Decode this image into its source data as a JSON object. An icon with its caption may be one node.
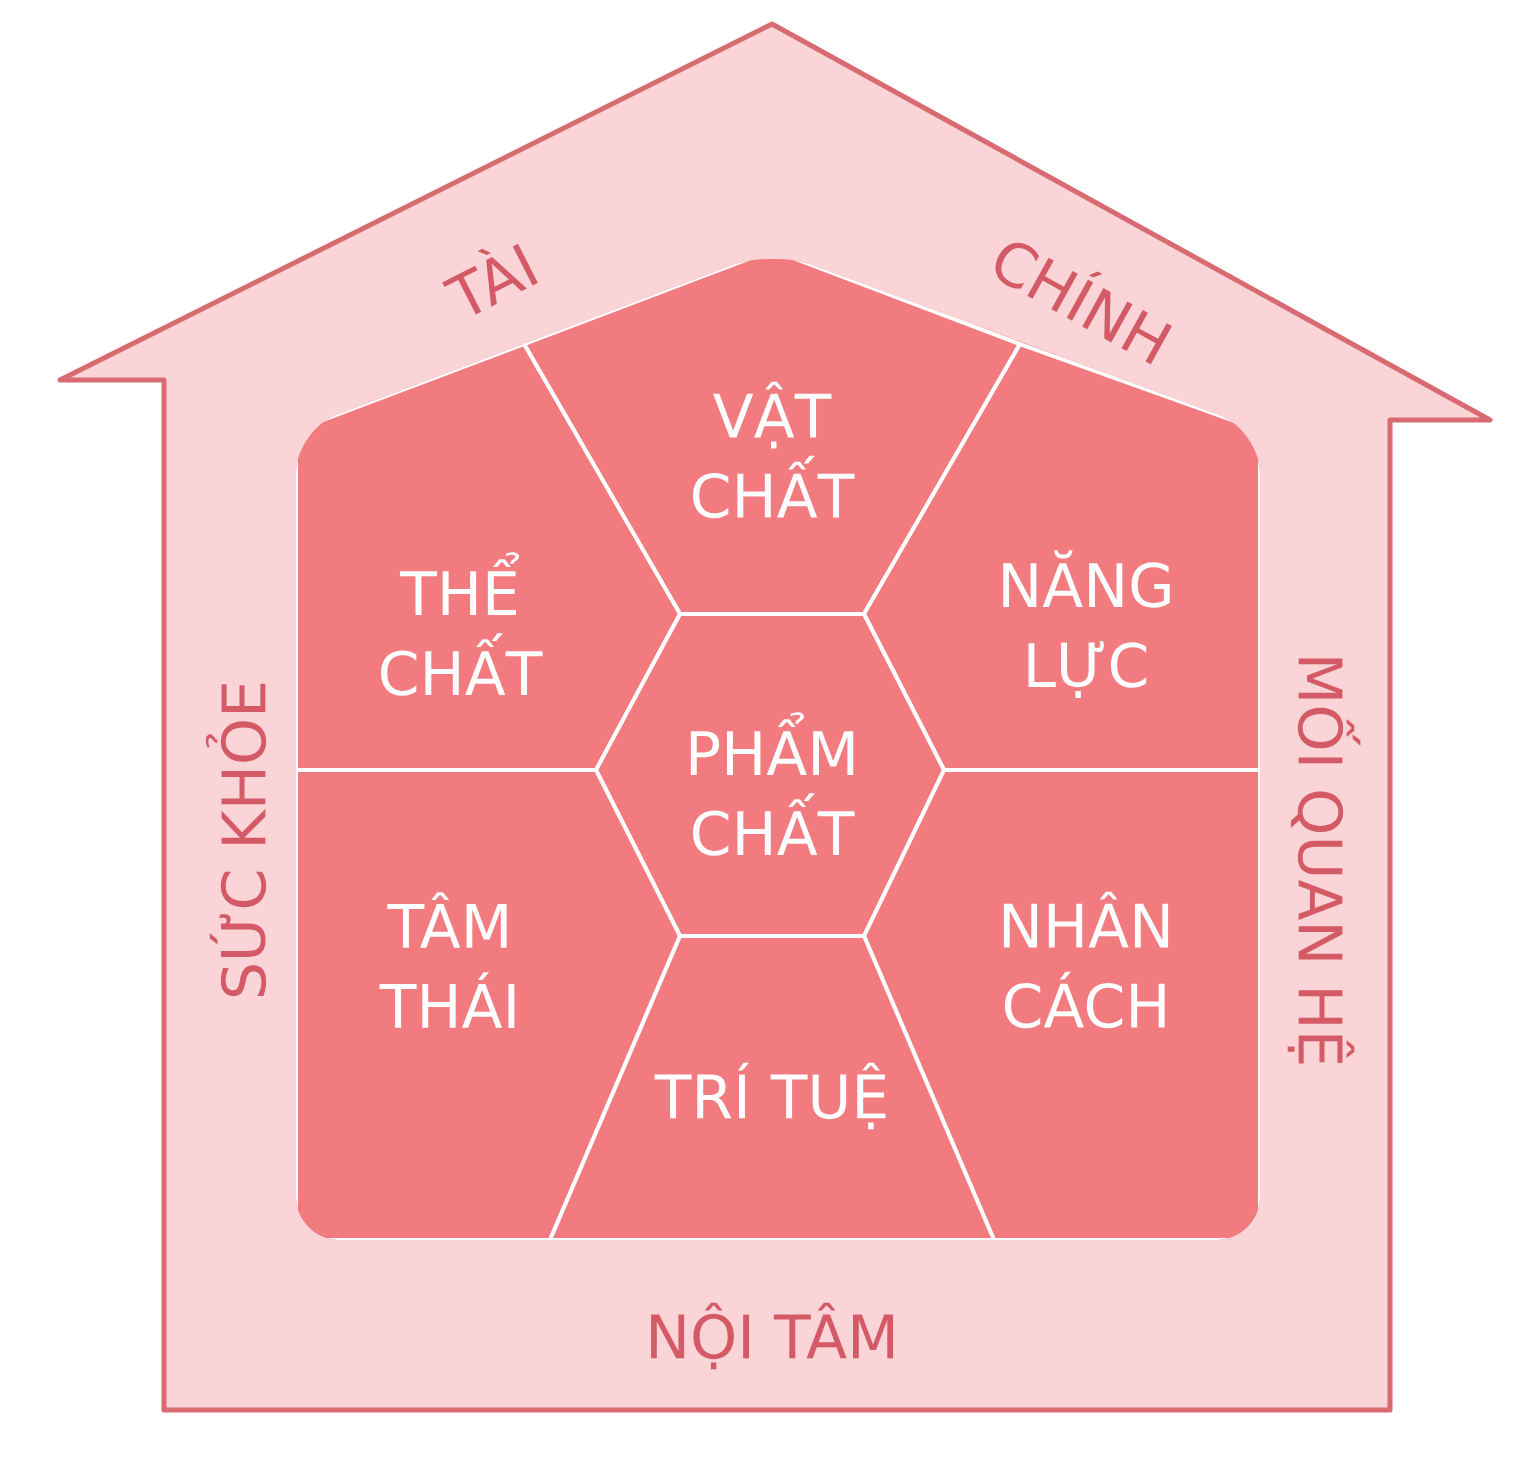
{
  "diagram": {
    "nodes": [
      {
        "text": [
          "TÀI",
          "CHÍNH",
          "SỨC KHỎE",
          "MỐI QUAN HỆ",
          "NỘI TÂM"
        ]
      },
      {
        "text": [
          "VẬT CHẤT"
        ],
        "in": 0
      },
      {
        "text": [
          "THỂ CHẤT"
        ],
        "in": 0
      },
      {
        "text": [
          "NĂNG LỰC"
        ],
        "in": 0
      },
      {
        "text": [
          "PHẨM CHẤT"
        ],
        "in": 0
      },
      {
        "text": [
          "TÂM THÁI"
        ],
        "in": 0
      },
      {
        "text": [
          "NHÂN CÁCH"
        ],
        "in": 0
      },
      {
        "text": [
          "TRÍ TUỆ"
        ],
        "in": 0
      }
    ]
  }
}
